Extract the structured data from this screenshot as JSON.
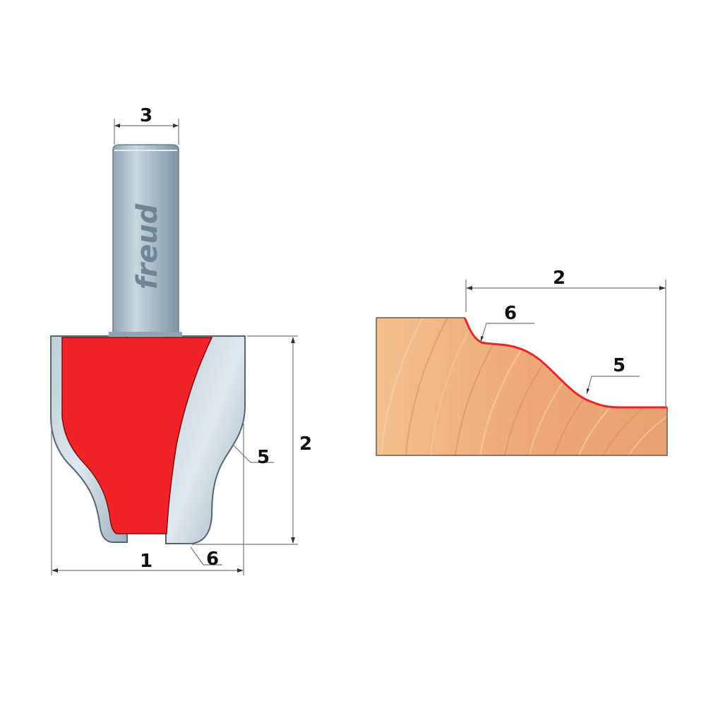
{
  "brand_logo": "freud",
  "colors": {
    "cutter_red": "#f0222a",
    "steel": "#a9bcc8",
    "wood": "#efad7c",
    "profile_line": "#e8252a"
  },
  "router_bit": {
    "dimension_labels": {
      "shank_diameter": "3",
      "cutting_height": "2",
      "cutting_diameter": "1",
      "radius_5": "5",
      "radius_6": "6"
    }
  },
  "profile": {
    "dimension_labels": {
      "cutting_height": "2",
      "radius_6": "6",
      "radius_5": "5"
    }
  }
}
